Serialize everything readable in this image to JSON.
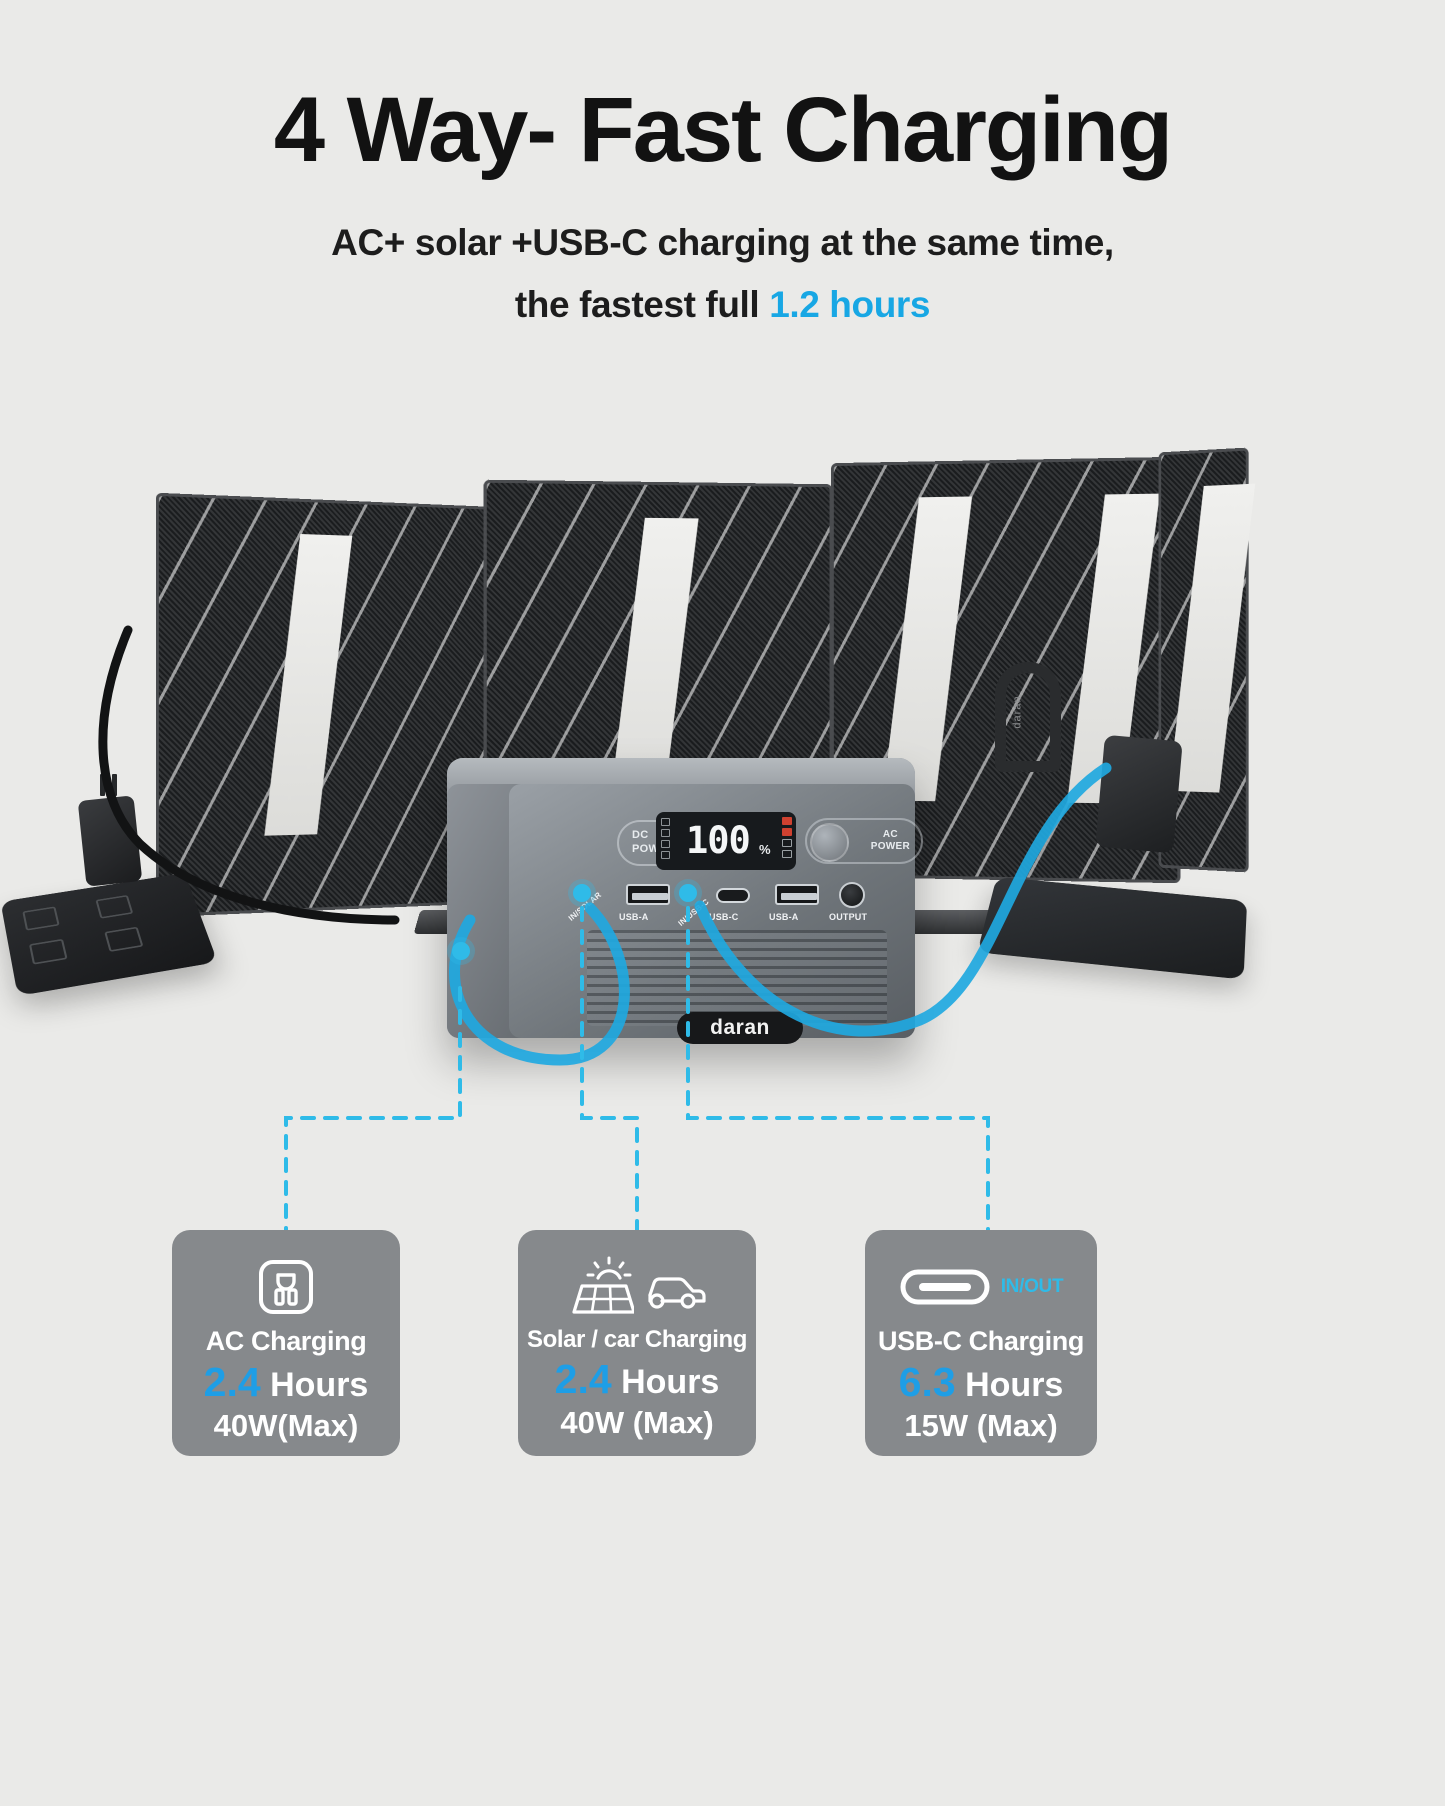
{
  "headline": "4 Way- Fast Charging",
  "subtitle": {
    "line1": "AC+ solar +USB-C charging at the same time,",
    "line2_prefix": "the fastest full ",
    "line2_accent": "1.2 hours"
  },
  "colors": {
    "background": "#eaeae8",
    "accent_blue": "#22b2e8",
    "card_grey": "#86898c",
    "number_blue": "#1e9ee6",
    "text_dark": "#121212"
  },
  "device": {
    "brand": "daran",
    "strap_brand": "daran",
    "dc_power_label_line1": "DC",
    "dc_power_label_line2": "POWER",
    "ac_power_label_line1": "AC",
    "ac_power_label_line2": "POWER",
    "display_value": "100",
    "display_unit": "%",
    "ports": {
      "usb_a_1": "USB-A",
      "usb_c": "USB-C",
      "usb_a_2": "USB-A",
      "output": "OUTPUT",
      "input_1": "IN/SOLAR",
      "input_2": "IN/USB-C"
    }
  },
  "cards": [
    {
      "id": "ac-charging",
      "icon": "ac-outlet-icon",
      "title": "AC Charging",
      "hours_value": "2.4",
      "hours_unit": " Hours",
      "watts": "40W(Max)",
      "badge": ""
    },
    {
      "id": "solar-car-charging",
      "icon": "solar-panel-car-icon",
      "title": "Solar / car Charging",
      "hours_value": "2.4",
      "hours_unit": " Hours",
      "watts": "40W (Max)",
      "badge": ""
    },
    {
      "id": "usb-c-charging",
      "icon": "usb-c-port-icon",
      "title": "USB-C Charging",
      "hours_value": "6.3",
      "hours_unit": " Hours",
      "watts": "15W (Max)",
      "badge": "IN/OUT"
    }
  ]
}
